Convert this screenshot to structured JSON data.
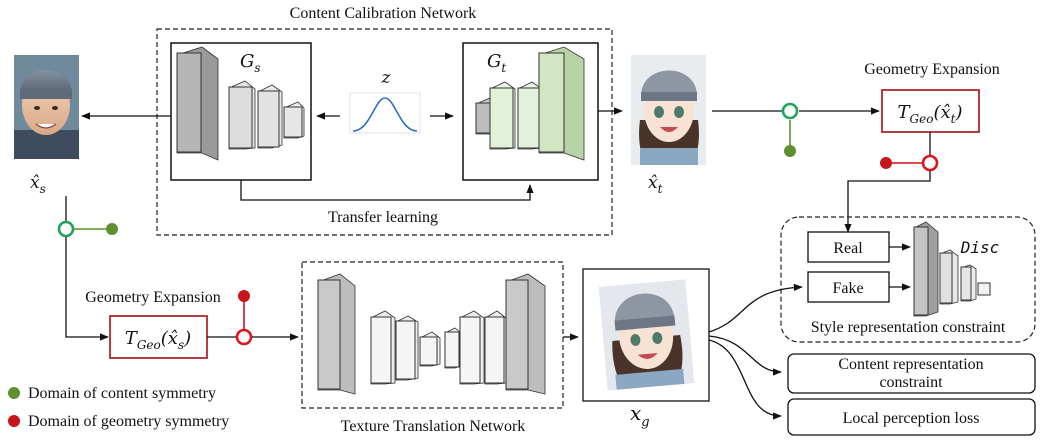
{
  "ccn": {
    "title": "Content Calibration Network",
    "gs": {
      "main": "G",
      "sub": "s"
    },
    "gt": {
      "main": "G",
      "sub": "t"
    },
    "z": "z",
    "transfer": "Transfer learning"
  },
  "geo_top": {
    "title": "Geometry Expansion",
    "formula": {
      "T": "T",
      "sub": "Geo",
      "arg": "(x̂",
      "arg_sub": "t",
      "close": ")"
    }
  },
  "geo_bottom": {
    "title": "Geometry Expansion",
    "formula": {
      "T": "T",
      "sub": "Geo",
      "arg": "(x̂",
      "arg_sub": "s",
      "close": ")"
    }
  },
  "x_s": {
    "main": "x̂",
    "sub": "s"
  },
  "x_t": {
    "main": "x̂",
    "sub": "t"
  },
  "x_g": {
    "main": "x",
    "sub": "g"
  },
  "ttn": {
    "title": "Texture Translation Network"
  },
  "style": {
    "real": "Real",
    "fake": "Fake",
    "disc": "Disc",
    "title": "Style representation constraint"
  },
  "content_constraint": {
    "line1": "Content representation",
    "line2": "constraint"
  },
  "local_loss": "Local perception loss",
  "legend": {
    "content": "Domain of content symmetry",
    "geometry": "Domain of geometry symmetry"
  },
  "colors": {
    "green_ring": "#1fa35a",
    "green_dot": "#5f8f2e",
    "red_ring": "#e0141b",
    "red_dot": "#c8141b",
    "formula_box": "#b3262c",
    "gs_layer": "#b9b9b9",
    "gt_layer": "#d8ead0"
  }
}
